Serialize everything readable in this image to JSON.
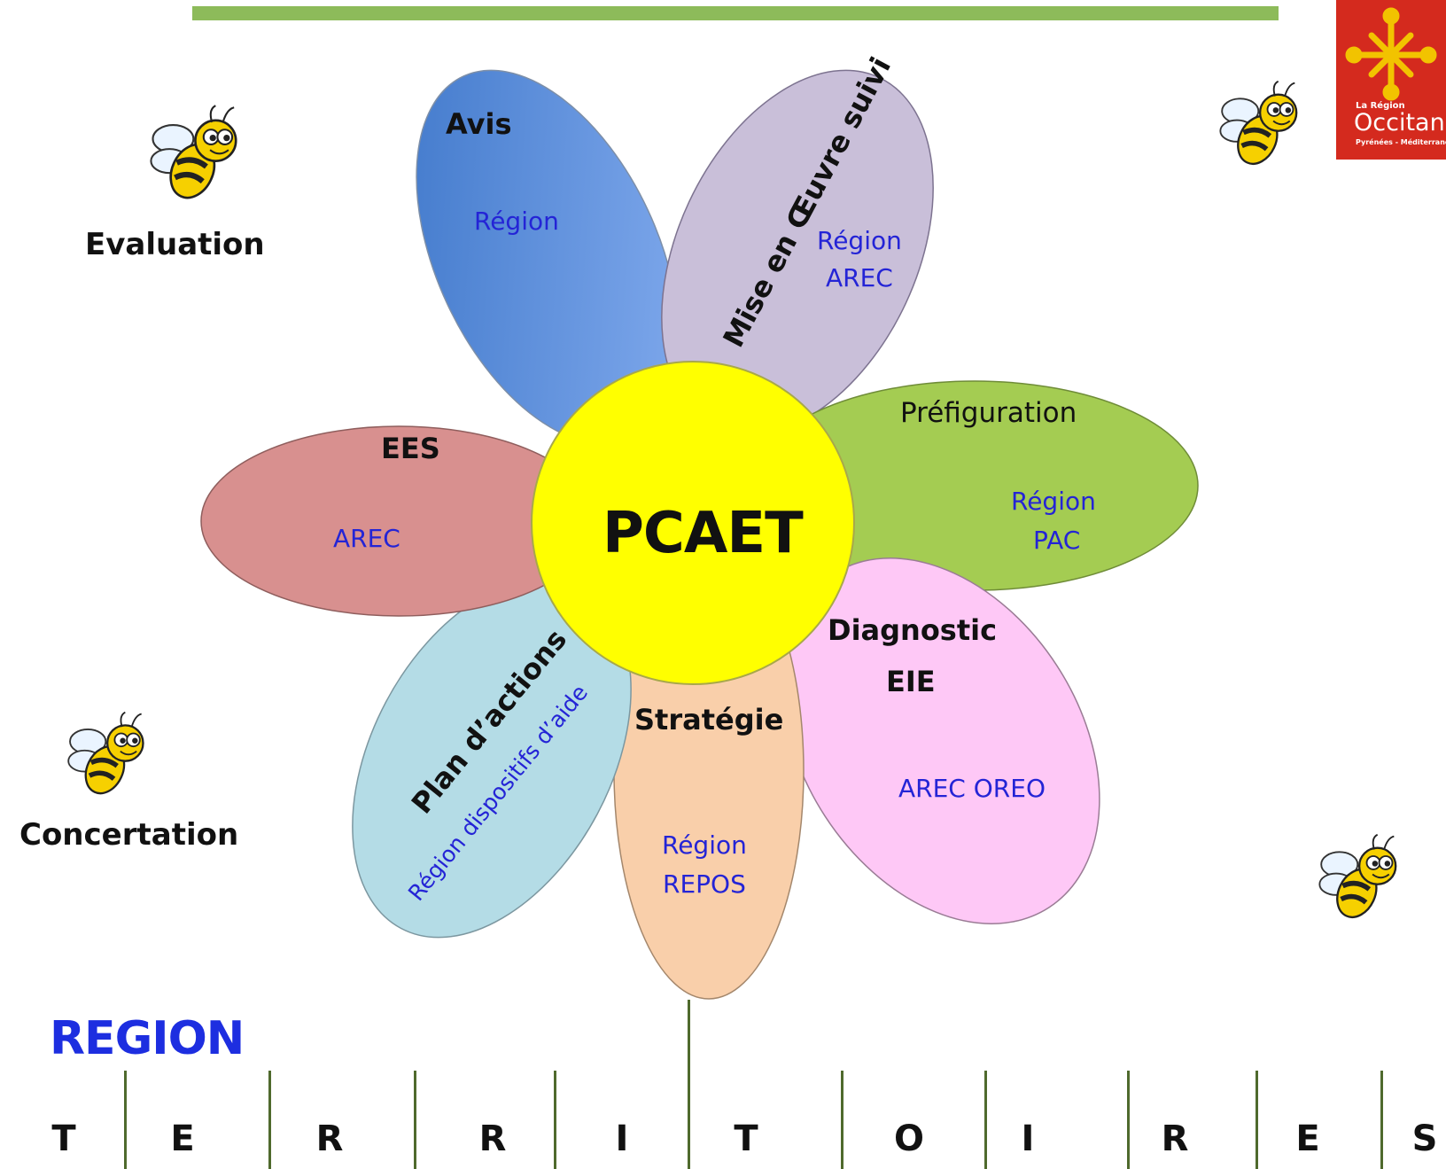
{
  "center": {
    "label": "PCAET",
    "color": "#ffff00"
  },
  "petals": [
    {
      "id": "avis",
      "title": "Avis",
      "actors": [
        "Région"
      ],
      "color": "#5b8fd6"
    },
    {
      "id": "mise-en-oeuvre",
      "title": "Mise en Œuvre suivi",
      "actors": [
        "Région",
        "AREC"
      ],
      "color": "#c9bfd9"
    },
    {
      "id": "prefiguration",
      "title": "Préfiguration",
      "actors": [
        "Région",
        "PAC"
      ],
      "color": "#a4cc52"
    },
    {
      "id": "diagnostic",
      "title": "Diagnostic",
      "title2": "EIE",
      "actors": [
        "AREC OREO"
      ],
      "color": "#fec8f6"
    },
    {
      "id": "strategie",
      "title": "Stratégie",
      "actors": [
        "Région",
        "REPOS"
      ],
      "color": "#f9cfaa"
    },
    {
      "id": "plan-actions",
      "title": "Plan d’actions",
      "actors": [
        "Région dispositifs d’aide"
      ],
      "color": "#b4dce6"
    },
    {
      "id": "ees",
      "title": "EES",
      "actors": [
        "AREC"
      ],
      "color": "#d8908f"
    }
  ],
  "side_labels": {
    "evaluation": "Evaluation",
    "concertation": "Concertation"
  },
  "ground": {
    "region_label": "REGION",
    "territoires_letters": [
      "T",
      "E",
      "R",
      "R",
      "I",
      "T",
      "O",
      "I",
      "R",
      "E",
      "S"
    ]
  },
  "logo": {
    "line1": "La Région",
    "line2": "Occitanie",
    "line3": "Pyrénées - Méditerranée"
  },
  "colors": {
    "top_bar": "#8dbb5a",
    "stem": "#4f6a2d",
    "actor_text": "#2424d6",
    "region_text": "#1d2ee0",
    "logo_bg": "#d42a1e"
  }
}
